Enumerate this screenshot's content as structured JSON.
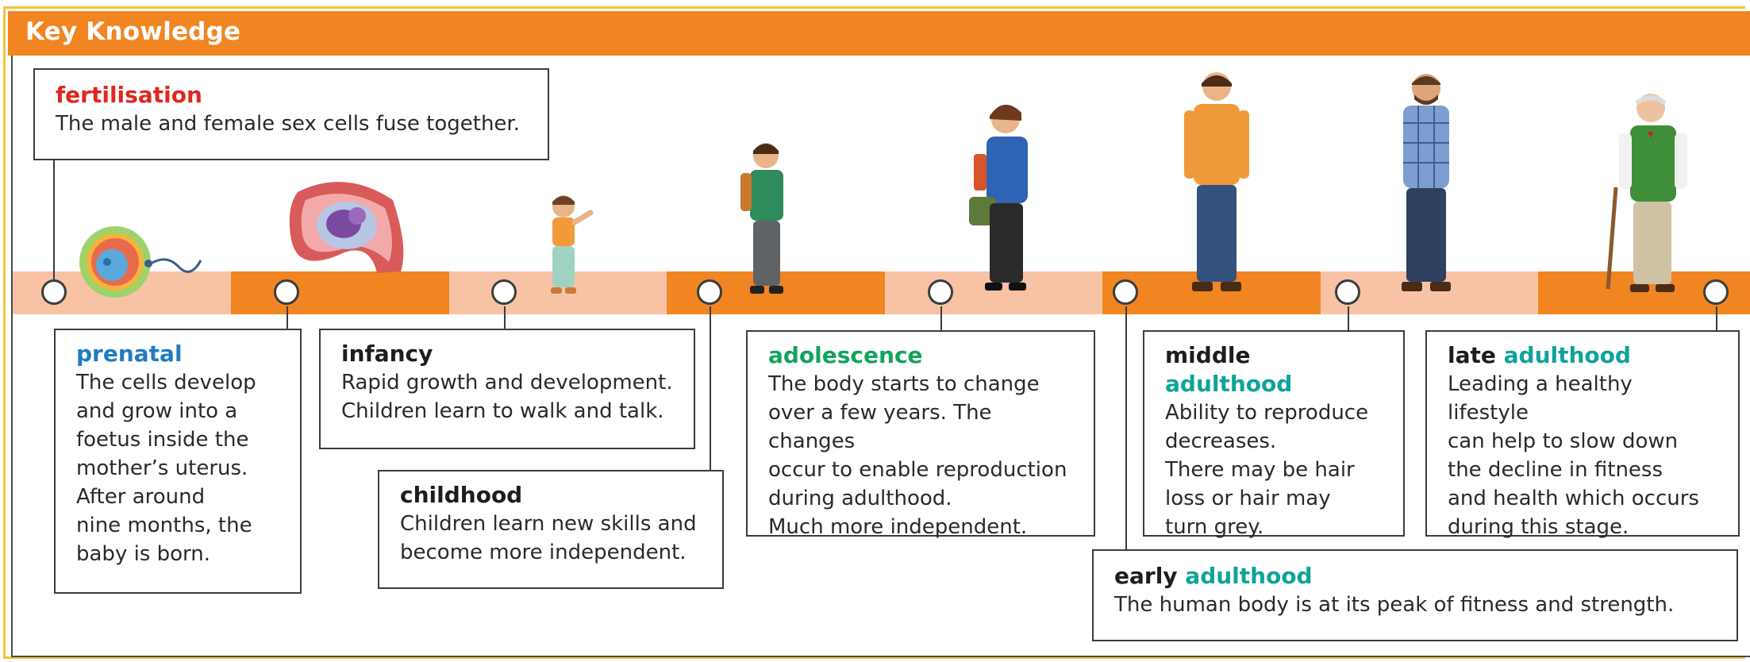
{
  "header": {
    "title": "Key Knowledge"
  },
  "colors": {
    "orange": "#f08522",
    "light_orange": "#f8c3a4",
    "gold_border": "#f6c23a",
    "red": "#e0261f",
    "blue": "#1f7bc1",
    "green": "#12a45a",
    "teal": "#0ea39a"
  },
  "stages": {
    "fertilisation": {
      "title": "fertilisation",
      "desc": "The male and female sex cells fuse together."
    },
    "prenatal": {
      "title": "prenatal",
      "desc": "The cells develop\nand grow into a\nfoetus inside the\nmother’s uterus.\nAfter around\nnine months, the\nbaby is born."
    },
    "infancy": {
      "title": "infancy",
      "desc": "Rapid growth and development.\nChildren learn to walk and talk."
    },
    "childhood": {
      "title": "childhood",
      "desc": "Children learn new skills and\nbecome more independent."
    },
    "adolescence": {
      "title": "adolescence",
      "desc": "The body starts to change\nover a few years. The changes\noccur to enable reproduction\nduring adulthood.\nMuch more independent."
    },
    "early_adulthood": {
      "title_a": "early",
      "title_b": "adulthood",
      "desc": "The human body is at its peak of fitness and strength."
    },
    "middle_adulthood": {
      "title_a": "middle",
      "title_b": "adulthood",
      "desc": "Ability to reproduce\ndecreases.\nThere may be hair\nloss or hair may\nturn grey."
    },
    "late_adulthood": {
      "title_a": "late",
      "title_b": "adulthood",
      "desc": "Leading a healthy lifestyle\ncan help to slow down\nthe decline in fitness\nand health which occurs\nduring this stage."
    }
  },
  "illustrations": [
    "fertilised-egg-illustration",
    "foetus-in-uterus-illustration",
    "toddler-illustration",
    "schoolchild-illustration",
    "teenager-illustration",
    "young-adult-man-illustration",
    "middle-aged-man-illustration",
    "elderly-man-illustration"
  ]
}
